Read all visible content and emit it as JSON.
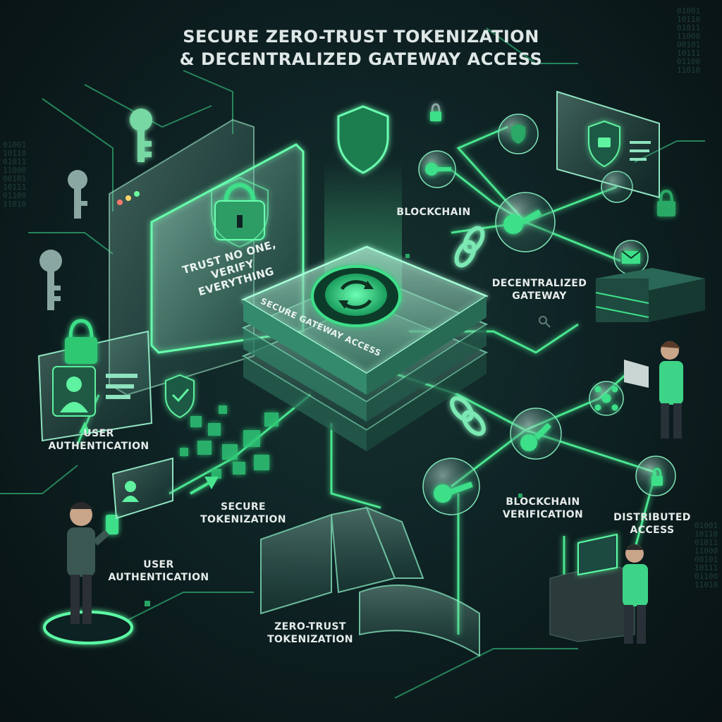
{
  "title": {
    "line1": "SECURE ZERO-TRUST TOKENIZATION",
    "line2": "& DECENTRALIZED GATEWAY ACCESS"
  },
  "panel": {
    "line1": "TRUST NO ONE,",
    "line2": "VERIFY EVERYTHING"
  },
  "core": {
    "label": "SECURE GATEWAY ACCESS"
  },
  "labels": {
    "blockchain": "BLOCKCHAIN",
    "decentralized_gateway_1": "DECENTRALIZED",
    "decentralized_gateway_2": "GATEWAY",
    "user_auth_top_1": "USER",
    "user_auth_top_2": "AUTHENTICATION",
    "secure_tokenization_1": "SECURE",
    "secure_tokenization_2": "TOKENIZATION",
    "user_auth_bottom_1": "USER",
    "user_auth_bottom_2": "AUTHENTICATION",
    "zero_trust_tokenization_1": "ZERO-TRUST",
    "zero_trust_tokenization_2": "TOKENIZATION",
    "blockchain_verification_1": "BLOCKCHAIN",
    "blockchain_verification_2": "VERIFICATION",
    "distributed_access_1": "DISTRIBUTED",
    "distributed_access_2": "ACCESS"
  },
  "icons": [
    "key-icon",
    "padlock-icon",
    "shield-check-icon",
    "user-id-card-icon",
    "sync-token-icon",
    "chain-link-icon",
    "envelope-icon",
    "network-node-icon",
    "person-with-phone-icon",
    "person-with-laptop-icon",
    "person-at-desk-icon"
  ],
  "binary_strip": "01001\n10110\n01011\n11000\n00101\n10111\n01100\n11010",
  "colors": {
    "background": "#0b1a1c",
    "accent_green": "#3ee089",
    "glow_green": "#5dffa6",
    "text": "#e6ecea",
    "glass": "#9fd8c3"
  }
}
